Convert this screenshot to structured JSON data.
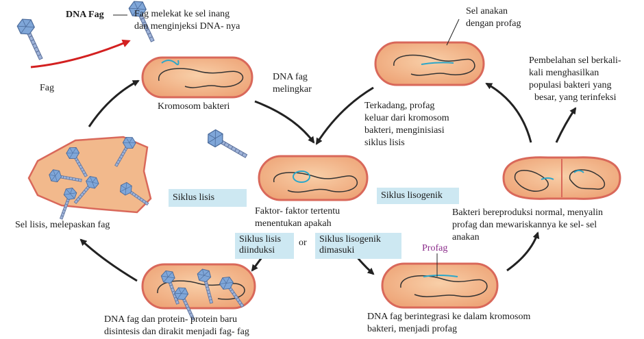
{
  "labels": {
    "dna_fag_title": "DNA Fag",
    "fag_melekat": [
      "Fag melekat ke sel inang",
      "dan menginjeksi DNA- nya"
    ],
    "fag": "Fag",
    "kromosom_bakteri": "Kromosom bakteri",
    "dna_fag_melingkar": [
      "DNA fag",
      "melingkar"
    ],
    "sel_lisis": "Sel lisis, melepaskan fag",
    "siklus_lisis": "Siklus lisis",
    "siklus_lisogenik": "Siklus lisogenik",
    "faktor": [
      "Faktor- faktor tertentu",
      "menentukan apakah"
    ],
    "siklus_lisis_diinduksi": [
      "Siklus lisis",
      "diinduksi"
    ],
    "or": "or",
    "siklus_lisogenik_dimasuki": [
      "Siklus lisogenik",
      "dimasuki"
    ],
    "dna_fag_protein": [
      "DNA fag dan protein- protein baru",
      "disintesis dan dirakit menjadi fag- fag"
    ],
    "profag": "Profag",
    "dna_fag_berintegrasi": [
      "DNA fag berintegrasi ke dalam kromosom",
      "bakteri, menjadi profag"
    ],
    "sel_anakan": [
      "Sel anakan",
      "dengan profag"
    ],
    "terkadang": [
      "Terkadang, profag",
      "keluar dari kromosom",
      "bakteri, menginisiasi",
      "siklus lisis"
    ],
    "pembelahan": [
      "Pembelahan sel berkali-",
      "kali menghasilkan",
      "populasi bakteri yang",
      "besar, yang terinfeksi"
    ],
    "bakteri_bereproduksi": [
      "Bakteri bereproduksi normal, menyalin",
      "profag dan mewariskannya ke sel- sel",
      "anakan"
    ]
  },
  "colors": {
    "cell_fill": "#f2b98c",
    "cell_border": "#d9685a",
    "chromosome": "#333333",
    "phage_dna": "#2aa6c9",
    "box_bg": "#cde8f2",
    "red_arrow": "#d32020",
    "arrow": "#222222"
  }
}
